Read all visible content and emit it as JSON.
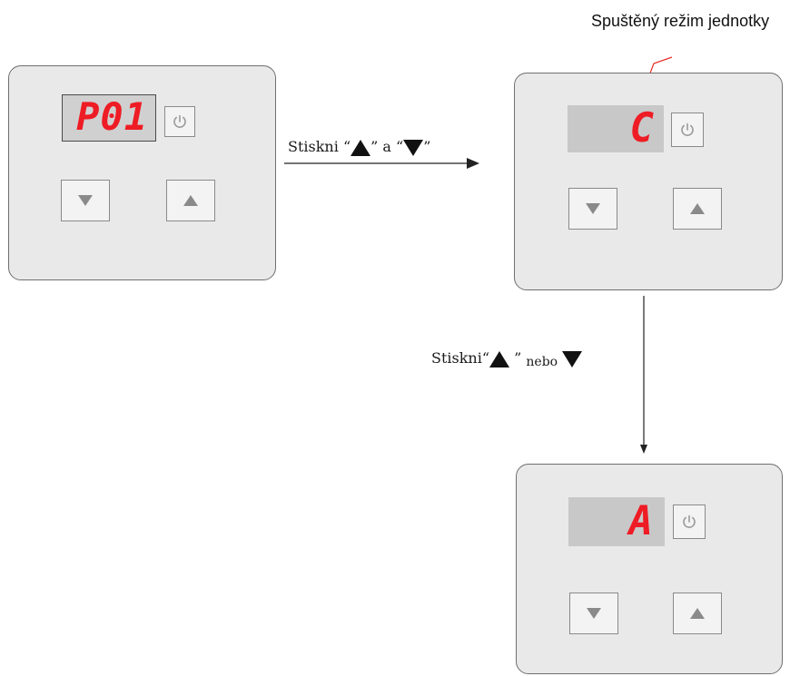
{
  "callout": {
    "label": "Spuštěný režim jednotky"
  },
  "panels": {
    "first": {
      "display": "P01"
    },
    "second": {
      "display": "C"
    },
    "third": {
      "display": "A"
    }
  },
  "steps": {
    "step1": {
      "prefix": "Stiskni",
      "open_quote_1": "“",
      "close_quote_1": "”",
      "conj": "a",
      "open_quote_2": "“",
      "close_quote_2": "”"
    },
    "step2": {
      "prefix": "Stiskni“",
      "close_quote": "”",
      "conj": "nebo"
    }
  },
  "icons": {
    "power": "power-icon",
    "up": "up-arrow-icon",
    "down": "down-arrow-icon"
  },
  "colors": {
    "display_digits": "#ee1c25",
    "panel": "#e9e9e9",
    "panel_border": "#6f6f6f",
    "callout_line": "#e8302c"
  }
}
